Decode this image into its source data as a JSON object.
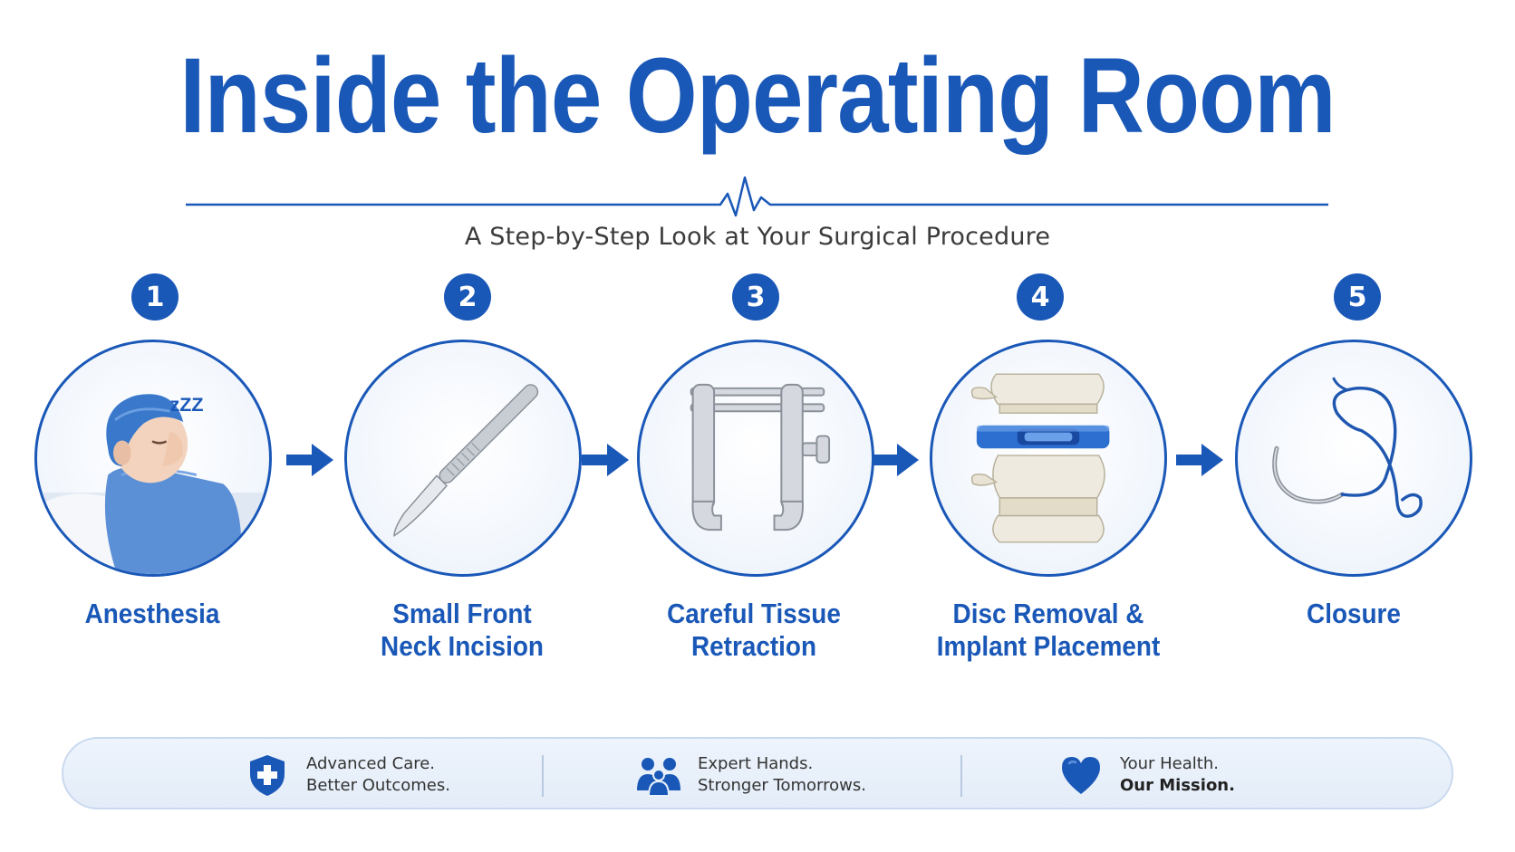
{
  "title": "Inside the Operating Room",
  "subtitle": "A Step-by-Step Look at Your Surgical Procedure",
  "steps": [
    {
      "number": "1",
      "label_line1": "Anesthesia",
      "label_line2": "",
      "icon": "sleeping-patient-icon",
      "sleep_text": "zZZ"
    },
    {
      "number": "2",
      "label_line1": "Small Front",
      "label_line2": "Neck Incision",
      "icon": "scalpel-icon"
    },
    {
      "number": "3",
      "label_line1": "Careful Tissue",
      "label_line2": "Retraction",
      "icon": "retractor-icon"
    },
    {
      "number": "4",
      "label_line1": "Disc Removal &",
      "label_line2": "Implant Placement",
      "icon": "spine-implant-icon"
    },
    {
      "number": "5",
      "label_line1": "Closure",
      "label_line2": "",
      "icon": "suture-needle-icon"
    }
  ],
  "footer": [
    {
      "line1": "Advanced Care.",
      "line2": "Better Outcomes.",
      "icon": "shield-cross-icon"
    },
    {
      "line1": "Expert Hands.",
      "line2": "Stronger Tomorrows.",
      "icon": "team-icon"
    },
    {
      "line1": "Your Health.",
      "line2": "Our Mission.",
      "icon": "heart-icon"
    }
  ],
  "colors": {
    "primary": "#1a58b8",
    "text": "#333333",
    "footer_bg": "#e8f0fa"
  }
}
